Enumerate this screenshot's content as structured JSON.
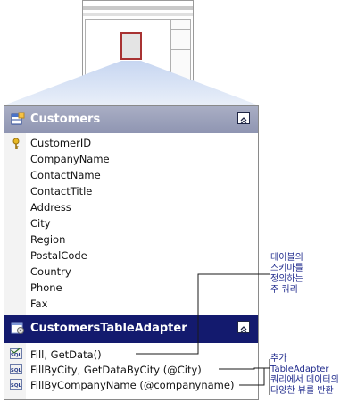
{
  "table": {
    "name": "Customers",
    "columns": [
      "CustomerID",
      "CompanyName",
      "ContactName",
      "ContactTitle",
      "Address",
      "City",
      "Region",
      "PostalCode",
      "Country",
      "Phone",
      "Fax"
    ]
  },
  "adapter": {
    "name": "CustomersTableAdapter",
    "queries": [
      "Fill, GetData()",
      "FillByCity, GetDataByCity (@City)",
      "FillByCompanyName (@companyname)"
    ]
  },
  "callouts": {
    "main_query": "테이블의\n스키마를\n정의하는\n주 쿼리",
    "additional_queries": "추가\nTableAdapter\n쿼리에서 데이터의\n다양한 뷰를 반환"
  },
  "icons": {
    "table": "table-icon",
    "key": "primary-key-icon",
    "adapter": "table-adapter-icon",
    "sql": "sql-query-icon",
    "collapse": "collapse-chevron-icon"
  }
}
